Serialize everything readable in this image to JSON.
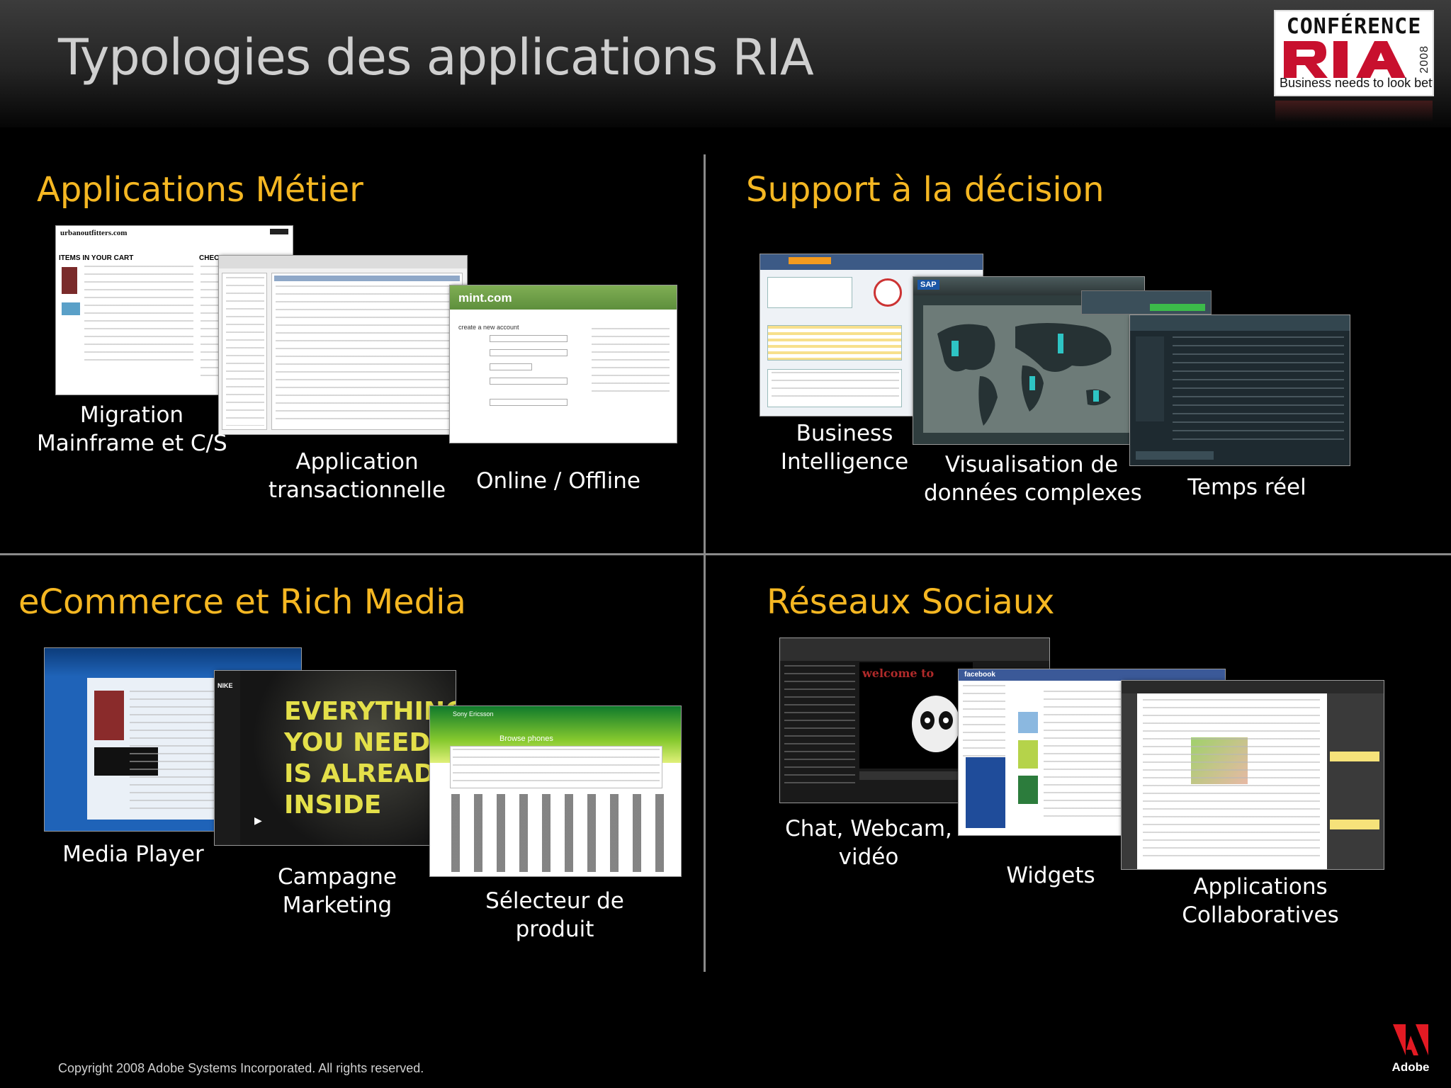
{
  "slide": {
    "title": "Typologies des applications RIA"
  },
  "logo": {
    "top_text": "CONFÉRENCE",
    "mark_text": "RIA",
    "year": "2008",
    "tagline": "Business needs to look better"
  },
  "quadrants": {
    "metier": {
      "title": "Applications Métier",
      "captions": [
        {
          "lines": [
            "Migration",
            "Mainframe et C/S"
          ]
        },
        {
          "lines": [
            "Application",
            "transactionnelle"
          ]
        },
        {
          "lines": [
            "Online / Offline"
          ]
        }
      ]
    },
    "decision": {
      "title": "Support à la décision",
      "captions": [
        {
          "lines": [
            "Business",
            "Intelligence"
          ]
        },
        {
          "lines": [
            "Visualisation de",
            "données complexes"
          ]
        },
        {
          "lines": [
            "Temps réel"
          ]
        }
      ]
    },
    "ecommerce": {
      "title": "eCommerce et Rich Media",
      "captions": [
        {
          "lines": [
            "Media Player"
          ]
        },
        {
          "lines": [
            "Campagne",
            "Marketing"
          ]
        },
        {
          "lines": [
            "Sélecteur de",
            "produit"
          ]
        }
      ]
    },
    "social": {
      "title": "Réseaux Sociaux",
      "captions": [
        {
          "lines": [
            "Chat, Webcam,",
            "vidéo"
          ]
        },
        {
          "lines": [
            "Widgets"
          ]
        },
        {
          "lines": [
            "Applications",
            "Collaboratives"
          ]
        }
      ]
    }
  },
  "screens": {
    "urban": {
      "brand": "urbanoutfitters.com",
      "heading": "ITEMS IN YOUR CART",
      "checkout": "CHECKOUT"
    },
    "mint": {
      "brand": "mint.com",
      "form_title": "create a new account"
    },
    "sap": {
      "brand": "SAP"
    },
    "nike": {
      "brand": "NIKE",
      "slogan": [
        "EVERYTHING",
        "YOU NEED",
        "IS ALREADY",
        "INSIDE"
      ]
    },
    "phones": {
      "brand": "Sony Ericsson",
      "heading": "Browse phones"
    },
    "facebook": {
      "brand": "facebook"
    },
    "webcam": {
      "banner": "welcome to"
    }
  },
  "footer": {
    "copyright": "Copyright 2008 Adobe Systems Incorporated.  All rights reserved.",
    "adobe": "Adobe"
  },
  "colors": {
    "accent": "#f5b722",
    "background": "#000000",
    "logo_red": "#c8102e"
  }
}
